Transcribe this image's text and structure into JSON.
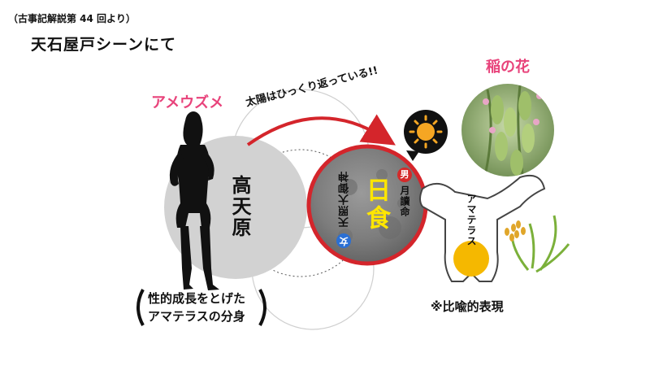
{
  "header": {
    "reference": "（古事記解説第 44 回より）",
    "title": "天石屋戸シーンにて"
  },
  "labels": {
    "amenouzume": "アメウズメ",
    "rice_flower": "稲の花",
    "sun_reversed": "太陽はひっくり返っている!!",
    "takamagahara": "高天原",
    "eclipse": "日食",
    "male_badge": "男",
    "female_badge": "女",
    "tsukuyomi": "月讀命",
    "amaterasu_reversed": "天照大御神",
    "amaterasu_figure": "アマテラス",
    "caption_line1": "性的成長をとげた",
    "caption_line2": "アマテラスの分身",
    "metaphor_note": "※比喩的表現"
  },
  "colors": {
    "accent_pink": "#e8437b",
    "arrow_red": "#d4252b",
    "eclipse_yellow": "#ffe600",
    "sun_orange": "#f5a623",
    "male_red": "#d42a2a",
    "female_blue": "#2a6fd4"
  },
  "icons": [
    "woman-silhouette-icon",
    "sun-icon",
    "rice-plant-icon",
    "rice-flower-photo"
  ]
}
